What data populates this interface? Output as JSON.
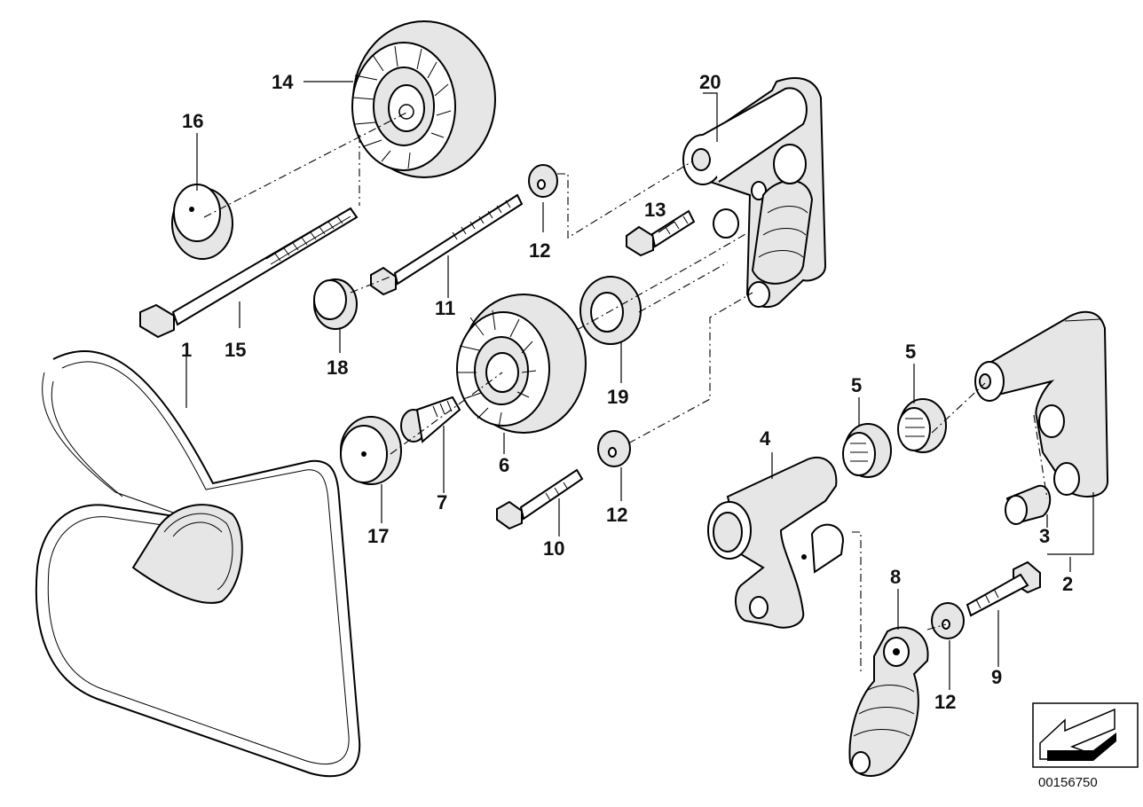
{
  "labels": {
    "p1": "1",
    "p2": "2",
    "p3": "3",
    "p4": "4",
    "p5a": "5",
    "p5b": "5",
    "p6": "6",
    "p7": "7",
    "p8": "8",
    "p9": "9",
    "p10": "10",
    "p11": "11",
    "p12a": "12",
    "p12b": "12",
    "p12c": "12",
    "p13": "13",
    "p14": "14",
    "p15": "15",
    "p16": "16",
    "p17": "17",
    "p18": "18",
    "p19": "19",
    "p20": "20"
  },
  "document_number": "00156750",
  "icons": {
    "corner": "arrow-left-down-icon"
  }
}
